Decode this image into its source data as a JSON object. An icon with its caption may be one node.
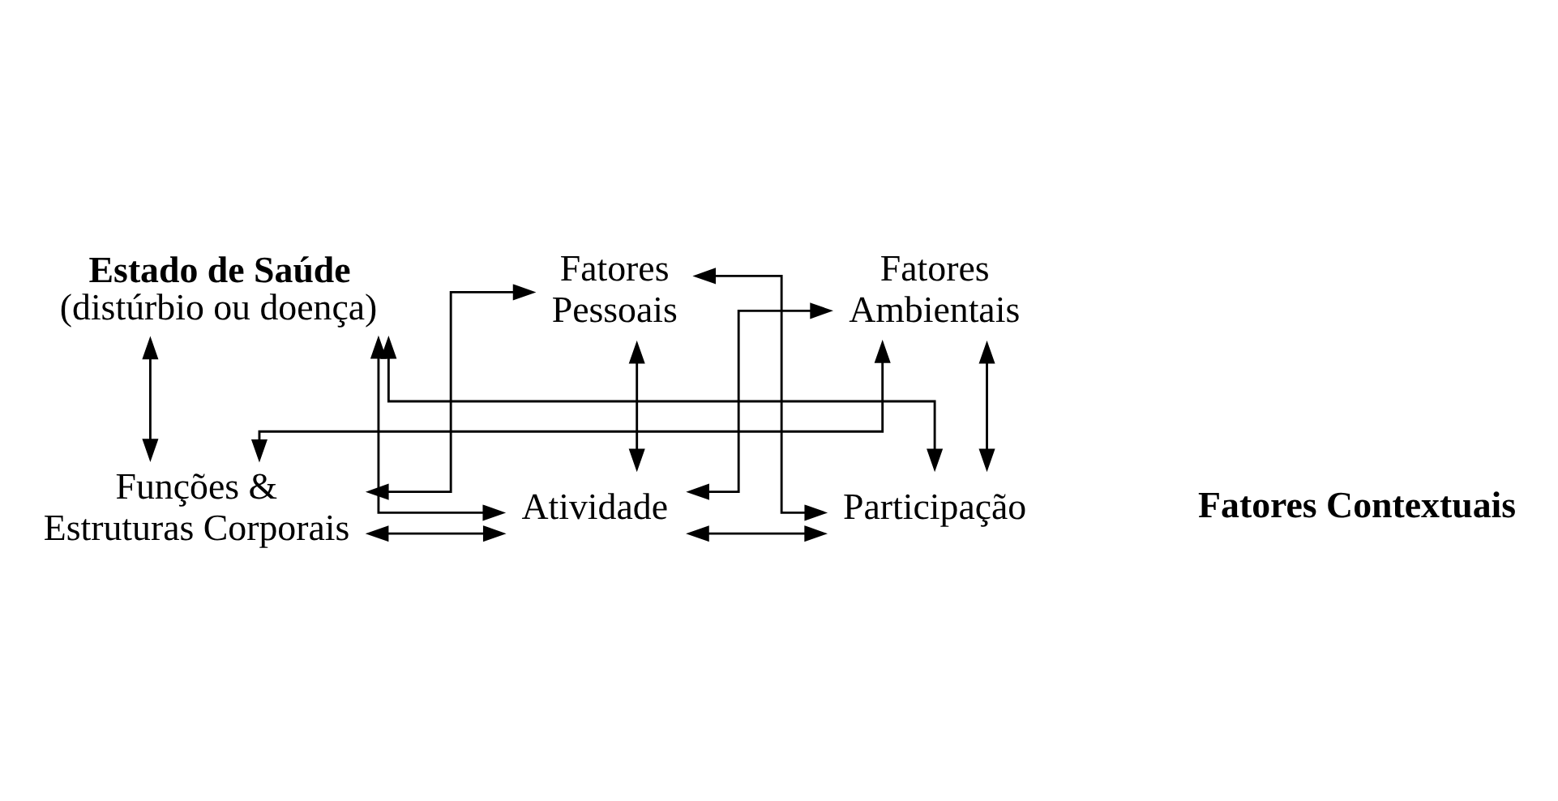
{
  "diagram": {
    "nodes": [
      {
        "text": [
          "Estado de Saúde",
          "(distúrbio ou doença)"
        ]
      },
      {
        "text": [
          "Funções & Estruturas Corporais"
        ]
      },
      {
        "text": [
          "Atividade"
        ]
      },
      {
        "text": [
          "Participação"
        ]
      },
      {
        "text": [
          "Fatores Ambientais"
        ]
      },
      {
        "text": [
          "Fatores Pessoais"
        ]
      }
    ],
    "edges": [
      {
        "from": 0,
        "to": 2,
        "arrow": "both"
      },
      {
        "from": 0,
        "to": 1,
        "arrow": "both"
      },
      {
        "from": 0,
        "to": 3,
        "arrow": "both"
      },
      {
        "from": 1,
        "to": 2,
        "arrow": "both"
      },
      {
        "from": 2,
        "to": 3,
        "arrow": "both"
      },
      {
        "from": 4,
        "to": 1,
        "arrow": "both"
      },
      {
        "from": 4,
        "to": 2,
        "arrow": "both"
      },
      {
        "from": 4,
        "to": 3,
        "arrow": "both"
      },
      {
        "from": 5,
        "to": 1,
        "arrow": "both"
      },
      {
        "from": 5,
        "to": 2,
        "arrow": "both"
      },
      {
        "from": 5,
        "to": 3,
        "arrow": "both"
      }
    ],
    "labels": [
      "Fatores Contextuais"
    ]
  }
}
